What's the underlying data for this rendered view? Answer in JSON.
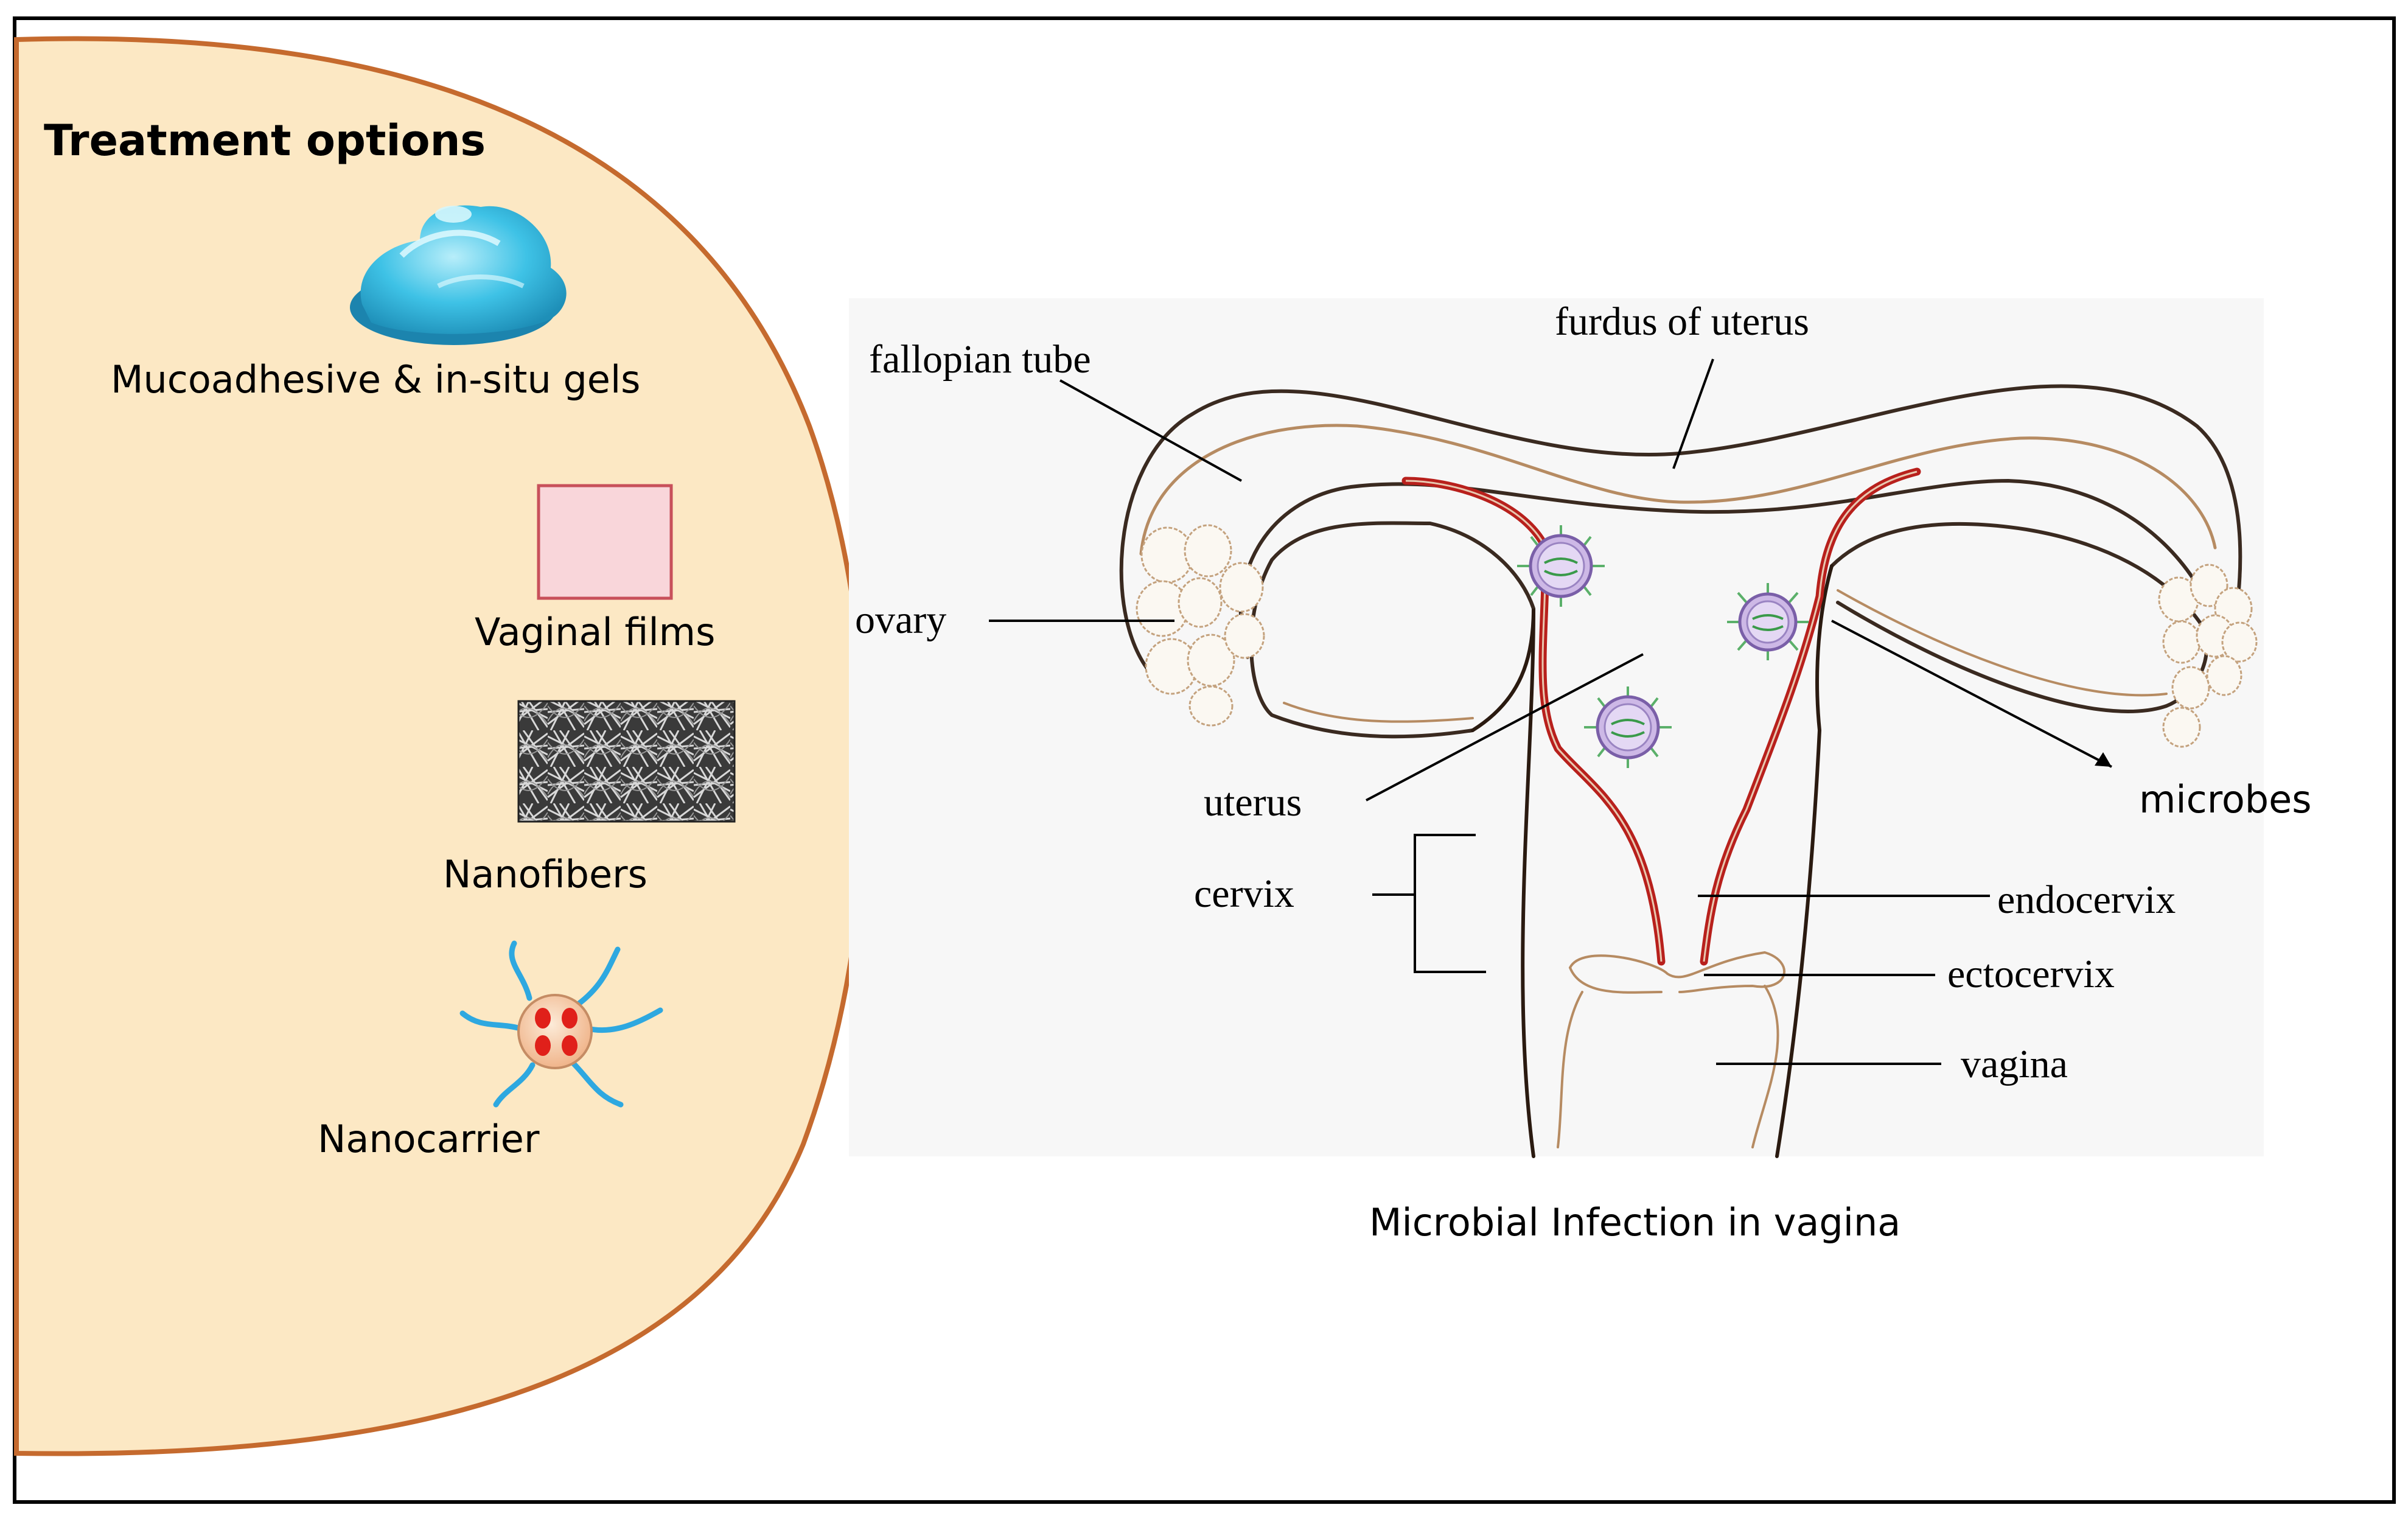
{
  "treatment": {
    "heading": "Treatment options",
    "items": [
      {
        "label": "Mucoadhesive & in-situ gels",
        "icon": "gel-blob-icon"
      },
      {
        "label": "Vaginal films",
        "icon": "film-square-icon"
      },
      {
        "label": "Nanofibers",
        "icon": "nanofiber-mesh-icon"
      },
      {
        "label": "Nanocarrier",
        "icon": "nanocarrier-icon"
      }
    ]
  },
  "anatomy": {
    "labels": {
      "fallopian_tube": "fallopian tube",
      "fundus": "furdus of uterus",
      "ovary": "ovary",
      "uterus": "uterus",
      "cervix": "cervix",
      "microbes": "microbes",
      "endocervix": "endocervix",
      "ectocervix": "ectocervix",
      "vagina": "vagina"
    },
    "caption": "Microbial Infection in vagina"
  },
  "colors": {
    "panel_fill": "#FCE8C4",
    "panel_stroke": "#C56A2E",
    "uterus_wall": "#B8201C",
    "gel": "#2BB6DE",
    "film_fill": "#F9D6DA",
    "film_stroke": "#C8505A",
    "nanocarrier_arm": "#2EA8E0",
    "nanocarrier_dot": "#E0201A"
  }
}
